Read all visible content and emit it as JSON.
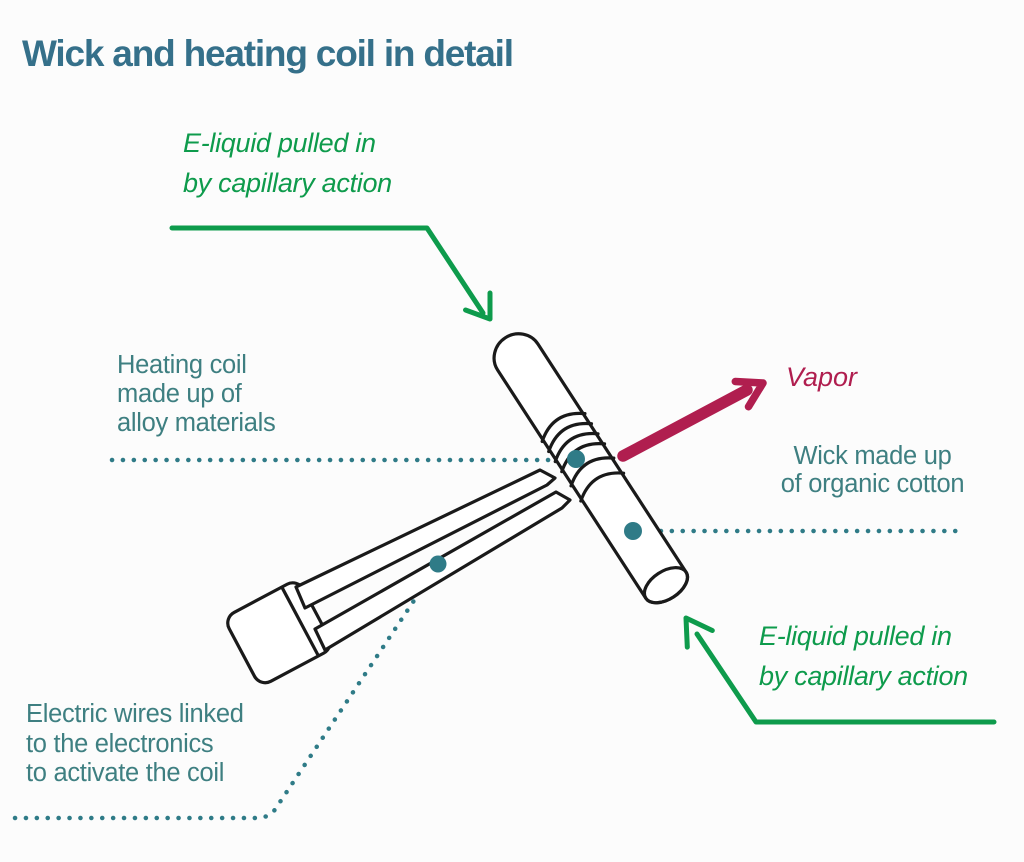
{
  "title": "Wick and heating coil in detail",
  "labels": {
    "eliquid_top": {
      "line1": "E-liquid pulled in",
      "line2": "by capillary action"
    },
    "heating_coil": {
      "line1": "Heating coil",
      "line2": "made up of",
      "line3": "alloy materials"
    },
    "vapor": "Vapor",
    "wick": {
      "line1": "Wick made up",
      "line2": "of organic cotton"
    },
    "eliquid_bottom": {
      "line1": "E-liquid pulled in",
      "line2": "by capillary action"
    },
    "electric_wires": {
      "line1": "Electric wires linked",
      "line2": "to the electronics",
      "line3": "to activate the coil"
    }
  },
  "diagram": {
    "parts": [
      "wick",
      "heating-coil",
      "electric-wires",
      "connector-block",
      "vapor-arrow",
      "eliquid-arrow-top",
      "eliquid-arrow-bottom"
    ],
    "callout_dots": [
      "coil-dot",
      "wick-dot",
      "wires-dot"
    ]
  },
  "colors": {
    "title": "#35708a",
    "teal_label": "#3e7f81",
    "green_label": "#0e9b4c",
    "magenta": "#b01e4f",
    "leader_dots": "#2f7b87",
    "outline": "#1a1a1a",
    "background": "#fcfcfc"
  }
}
